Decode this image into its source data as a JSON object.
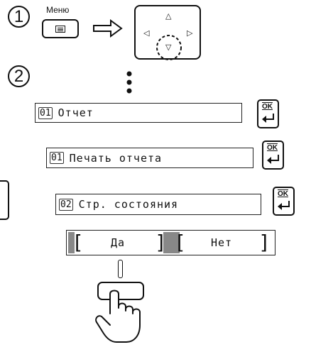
{
  "step1": {
    "number": "1",
    "menu_label": "Меню",
    "menu_key_icon": "menu-list-icon",
    "arrow_icon": "hollow-right-arrow-icon",
    "dpad_icons": [
      "up-triangle-icon",
      "left-triangle-icon",
      "right-triangle-icon",
      "down-triangle-icon"
    ],
    "dpad_up": "△",
    "dpad_left": "◁",
    "dpad_right": "▷",
    "dpad_down": "▽"
  },
  "step2": {
    "number": "2",
    "continuation_icon": "vertical-ellipsis-icon",
    "screens": [
      {
        "index": "01",
        "text": "Отчет"
      },
      {
        "index": "01",
        "text": "Печать отчета"
      },
      {
        "index": "02",
        "text": "Стр. состояния"
      }
    ],
    "ok_key": {
      "label": "OK",
      "icon": "enter-return-icon"
    },
    "softkeys": {
      "yes": "Да",
      "no": "Нет"
    },
    "hand_icon": "pointing-hand-press-icon"
  }
}
